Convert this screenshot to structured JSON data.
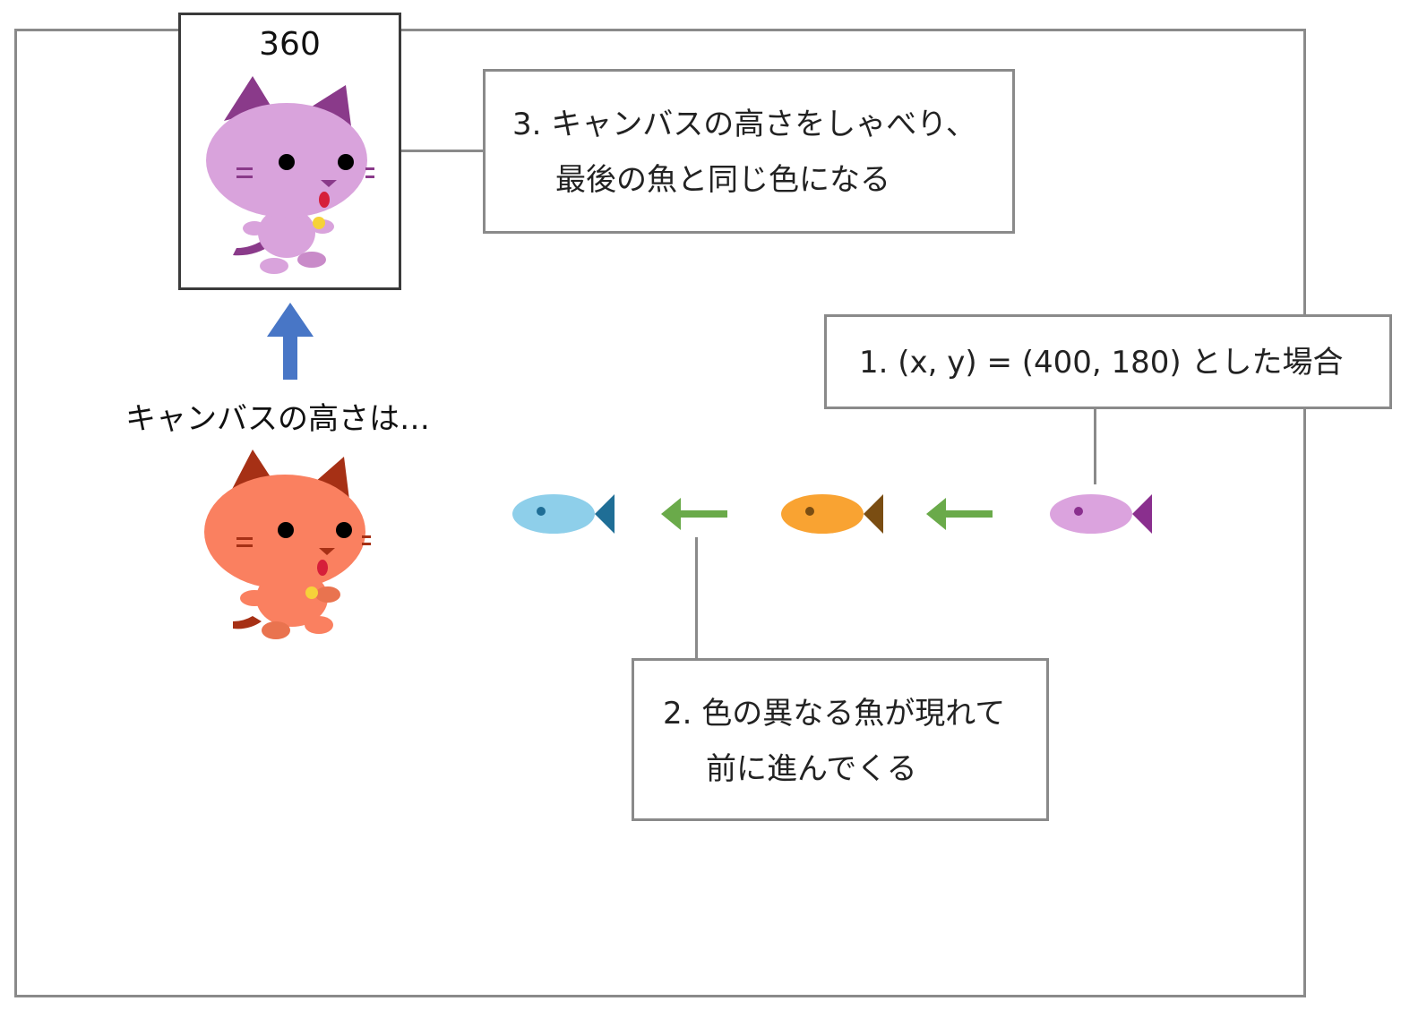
{
  "catbox": {
    "score": "360"
  },
  "callouts": {
    "step3": {
      "line1": "3. キャンバスの高さをしゃべり、",
      "line2": "最後の魚と同じ色になる"
    },
    "step1": {
      "line1": "1. (x, y) = (400, 180) とした場合"
    },
    "step2": {
      "line1": "2. 色の異なる魚が現れて",
      "line2": "前に進んでくる"
    }
  },
  "speech": "キャンバスの高さは…",
  "colors": {
    "purple_cat": "#d9a3dc",
    "purple_cat_ears": "#8a3a8a",
    "orange_cat": "#fa8060",
    "orange_cat_ears": "#a63015",
    "fish_blue": "#8ecfea",
    "fish_blue_tail": "#1f6e96",
    "fish_orange": "#f9a332",
    "fish_orange_tail": "#7a4d12",
    "fish_purple": "#dba3de",
    "fish_purple_tail": "#8a2f8e",
    "arrow_green": "#6aaa4a",
    "arrow_blue": "#4876c6",
    "border_gray": "#8a8a8a"
  }
}
